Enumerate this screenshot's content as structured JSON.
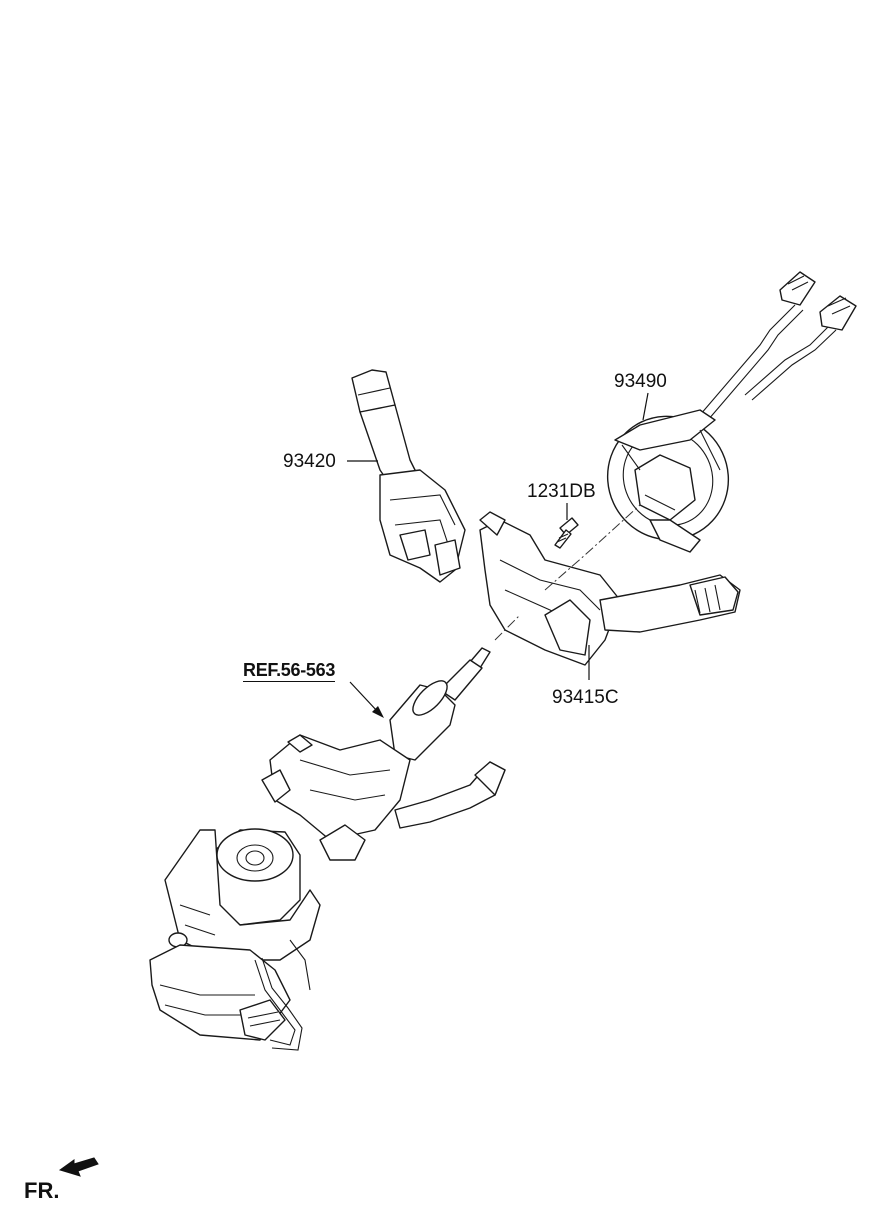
{
  "callouts": {
    "p93420": "93420",
    "p93490": "93490",
    "p1231DB": "1231DB",
    "p93415C": "93415C",
    "ref": "REF.56-563"
  },
  "direction": {
    "label": "FR."
  },
  "icons": {
    "direction_arrow": "front-direction-arrow-icon"
  }
}
